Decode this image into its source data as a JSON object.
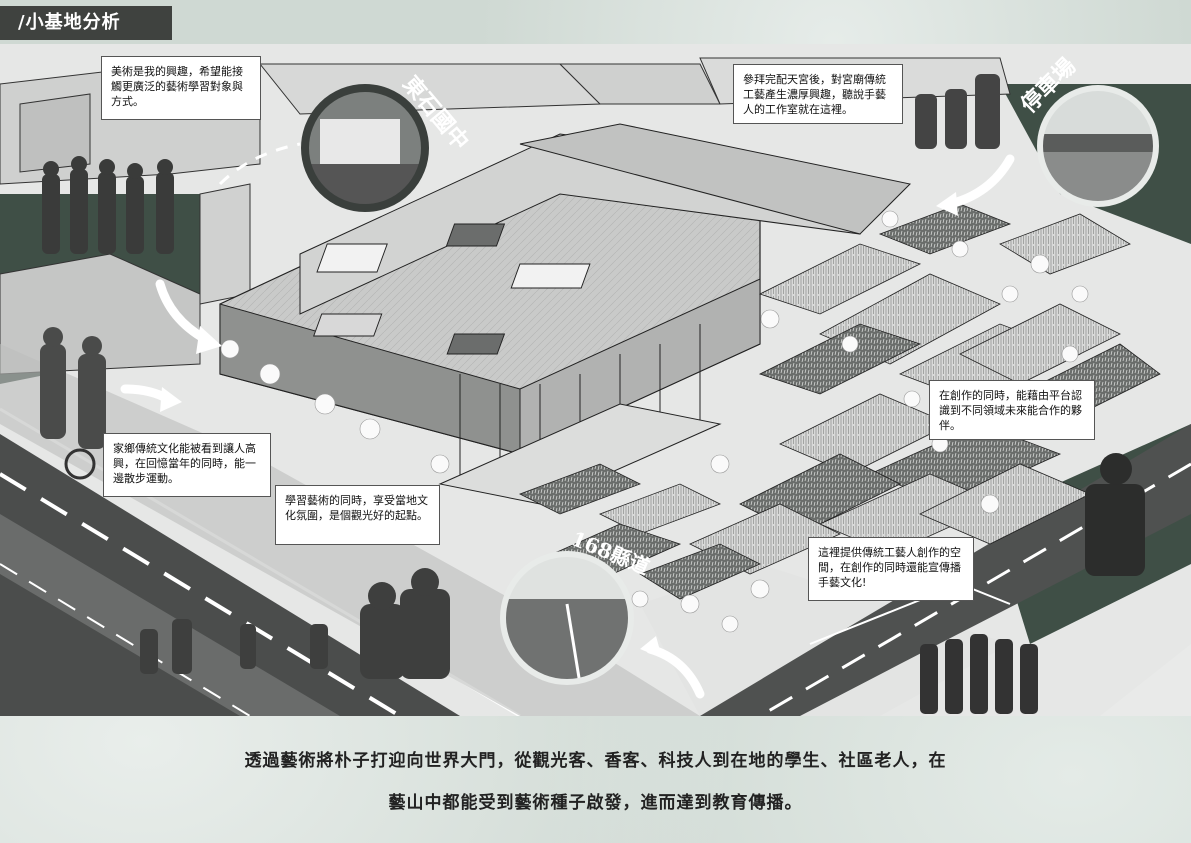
{
  "title": "/小基地分析",
  "callouts": {
    "arts_interest": "美術是我的興趣，希望能接觸更廣泛的藝術學習對象與方式。",
    "temple_visit": "參拜完配天宮後，對宮廟傳統工藝產生濃厚興趣，聽說手藝人的工作室就在這裡。",
    "hometown": "家鄉傳統文化能被看到讓人高興，在回憶當年的同時，能一邊散步運動。",
    "learning": "學習藝術的同時，享受當地文化氛圍，是個觀光好的起點。",
    "collaboration": "在創作的同時，能藉由平台認識到不同領域未來能合作的夥伴。",
    "craft_space": "這裡提供傳統工藝人創作的空間，在創作的同時還能宣傳播手藝文化!"
  },
  "location_labels": {
    "school": "東石國中",
    "parking": "停車場",
    "road": "168縣道"
  },
  "caption": {
    "line1": "透過藝術將朴子打迎向世界大門，從觀光客、香客、科技人到在地的學生、社區老人，在",
    "line2": "藝山中都能受到藝術種子啟發，進而達到教育傳播。"
  }
}
